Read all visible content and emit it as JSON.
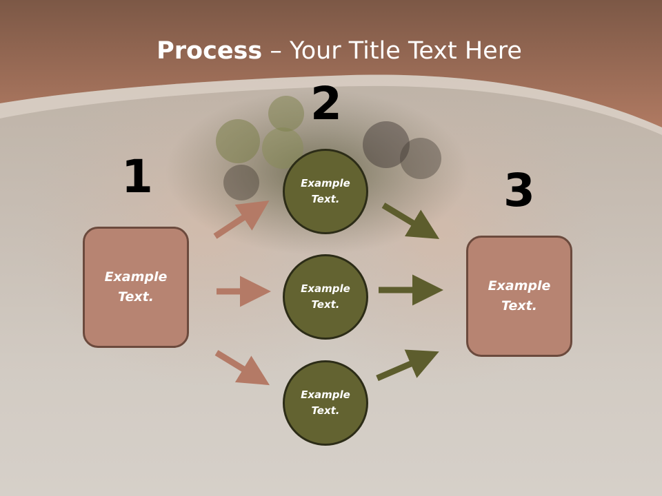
{
  "slide": {
    "title_bold": "Process",
    "title_rest": " – Your Title Text Here",
    "steps": [
      "1",
      "2",
      "3"
    ],
    "left_box": "Example Text.",
    "right_box": "Example Text.",
    "circles": [
      "Example Text.",
      "Example Text.",
      "Example Text."
    ]
  },
  "colors": {
    "header": "#a06a55",
    "box_fill": "#b78472",
    "circle_fill": "#636331",
    "arrow_left": "#b47a66",
    "arrow_right": "#5d5d2d"
  }
}
